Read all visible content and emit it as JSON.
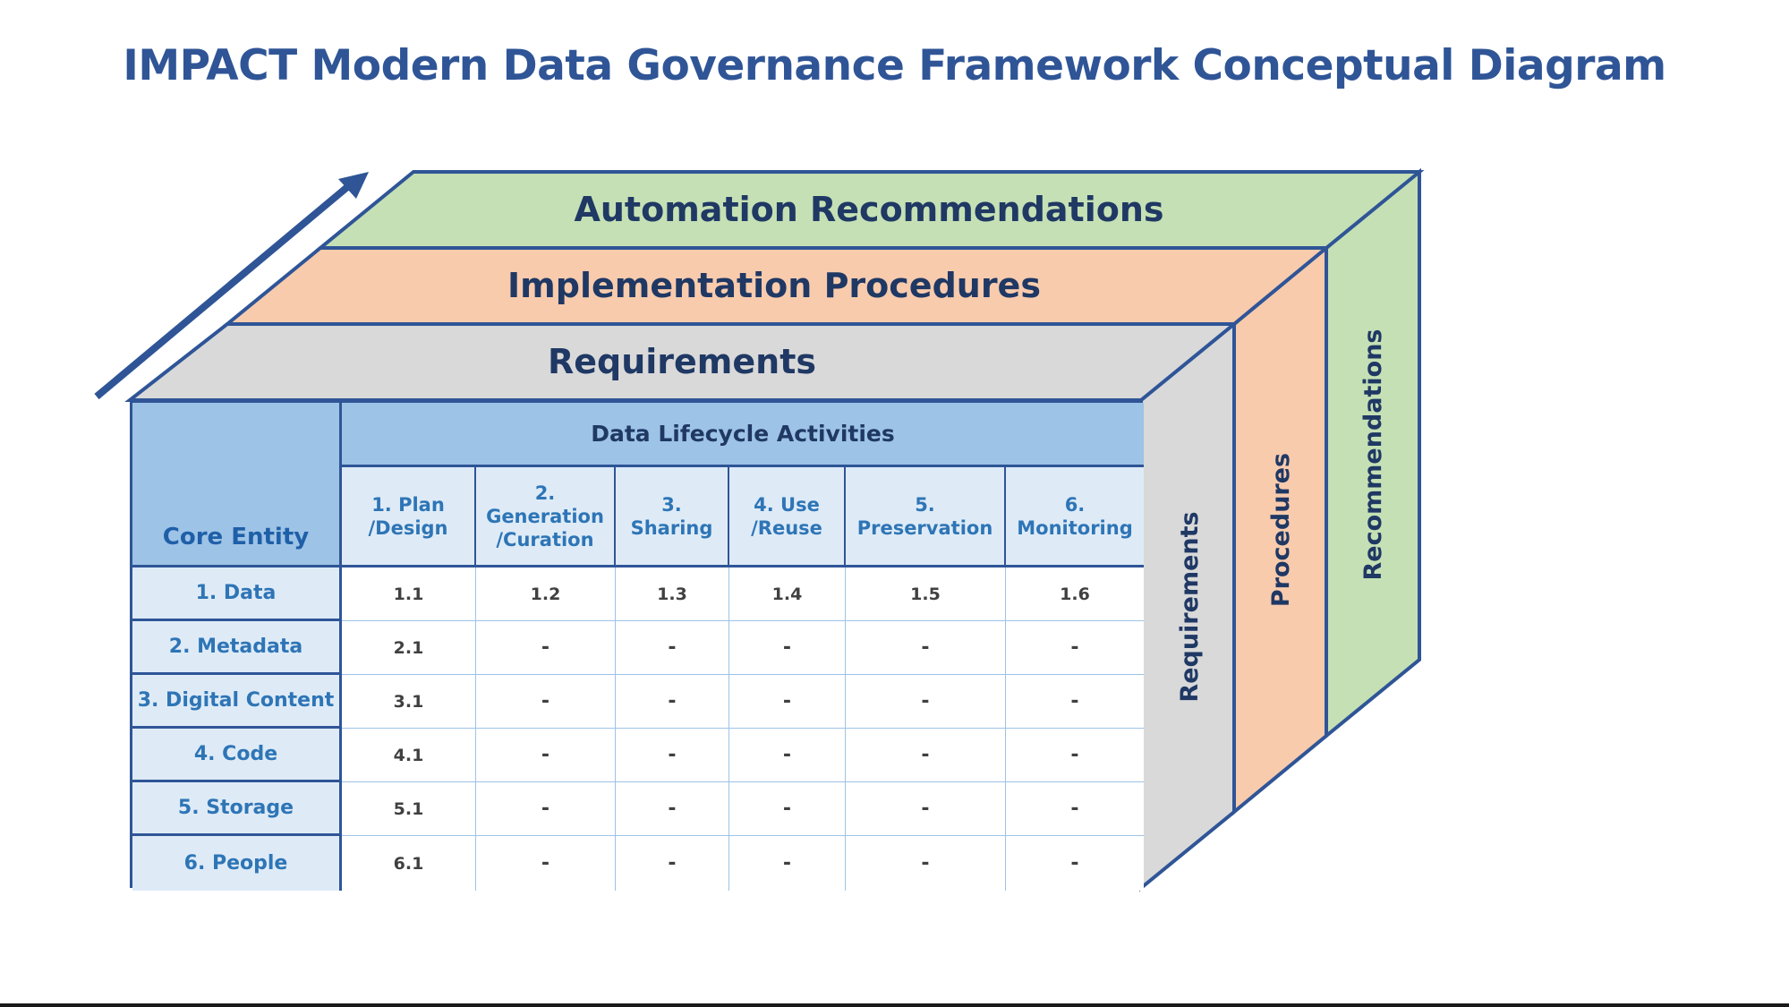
{
  "title": "IMPACT Modern Data Governance Framework Conceptual Diagram",
  "layers": {
    "automation": "Automation Recommendations",
    "implementation": "Implementation Procedures",
    "requirements": "Requirements"
  },
  "side_labels": {
    "requirements": "Requirements",
    "procedures": "Procedures",
    "recommendations": "Recommendations"
  },
  "colors": {
    "automation": "#c5e0b4",
    "implementation": "#f8cbad",
    "requirements": "#d9d9d9",
    "outline": "#2f5597",
    "header_fill": "#9dc3e6",
    "subheader_fill": "#deebf7",
    "title": "#2f5597"
  },
  "table": {
    "core_entity_header": "Core Entity",
    "lifecycle_header": "Data Lifecycle Activities",
    "activities": [
      "1. Plan\n/Design",
      "2.\nGeneration\n/Curation",
      "3.\nSharing",
      "4. Use\n/Reuse",
      "5.\nPreservation",
      "6.\nMonitoring"
    ],
    "entities": [
      "1. Data",
      "2. Metadata",
      "3. Digital Content",
      "4. Code",
      "5. Storage",
      "6. People"
    ],
    "rows": [
      [
        "1.1",
        "1.2",
        "1.3",
        "1.4",
        "1.5",
        "1.6"
      ],
      [
        "2.1",
        "-",
        "-",
        "-",
        "-",
        "-"
      ],
      [
        "3.1",
        "-",
        "-",
        "-",
        "-",
        "-"
      ],
      [
        "4.1",
        "-",
        "-",
        "-",
        "-",
        "-"
      ],
      [
        "5.1",
        "-",
        "-",
        "-",
        "-",
        "-"
      ],
      [
        "6.1",
        "-",
        "-",
        "-",
        "-",
        "-"
      ]
    ]
  }
}
